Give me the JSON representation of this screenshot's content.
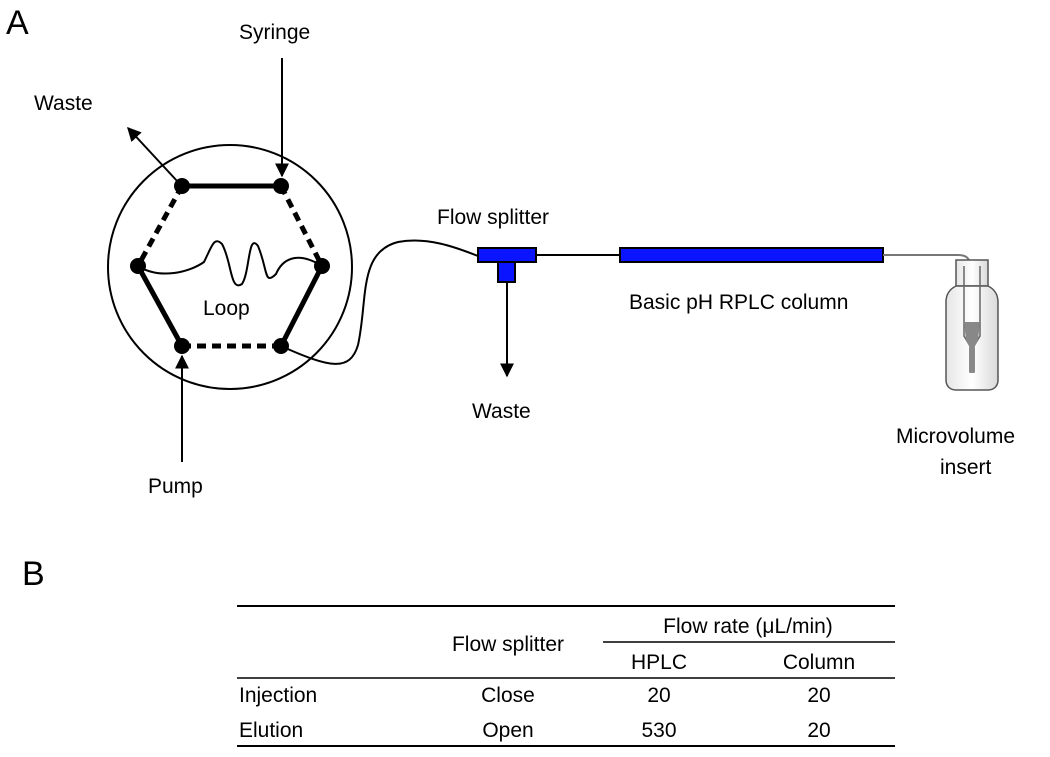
{
  "panels": {
    "a": "A",
    "b": "B"
  },
  "diagram": {
    "syringe": "Syringe",
    "waste_valve": "Waste",
    "loop": "Loop",
    "pump": "Pump",
    "flow_splitter": "Flow splitter",
    "waste_splitter": "Waste",
    "column": "Basic pH RPLC column",
    "insert_line1": "Microvolume",
    "insert_line2": "insert",
    "colors": {
      "splitter_and_column": "#0a14ff",
      "line": "#000000",
      "vial_insert": "#888888"
    }
  },
  "table": {
    "header_flow_splitter": "Flow splitter",
    "header_flow_rate": "Flow rate (μL/min)",
    "header_hplc": "HPLC",
    "header_column": "Column",
    "rows": [
      {
        "label": "Injection",
        "splitter": "Close",
        "hplc": "20",
        "column": "20"
      },
      {
        "label": "Elution",
        "splitter": "Open",
        "hplc": "530",
        "column": "20"
      }
    ]
  }
}
